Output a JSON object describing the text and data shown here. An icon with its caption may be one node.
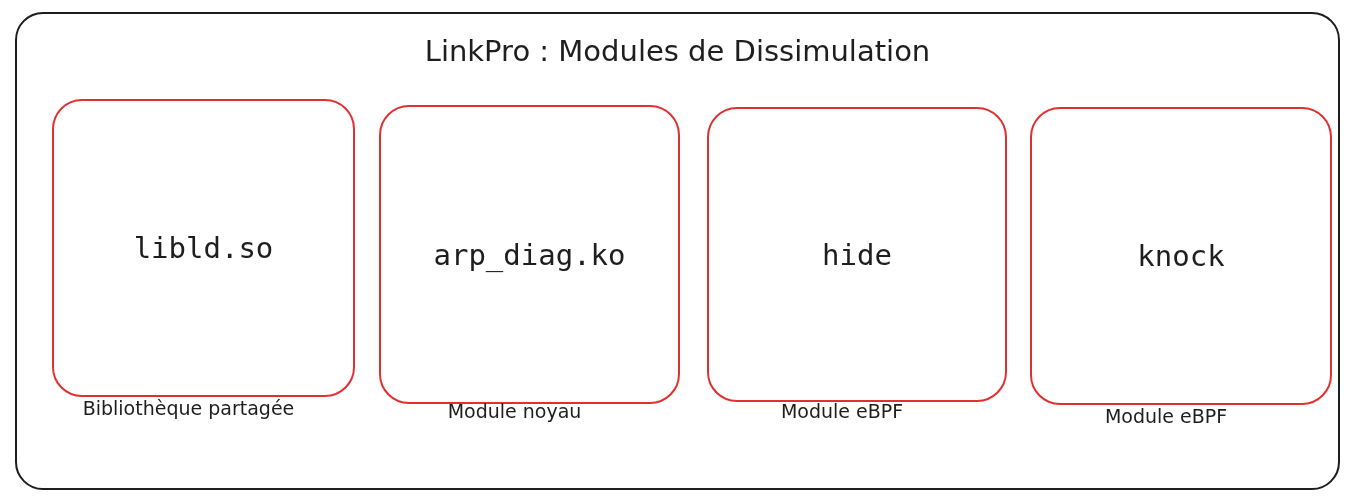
{
  "diagram": {
    "nodes": [
      {
        "text": [
          "LinkPro : Modules de Dissimulation"
        ]
      },
      {
        "text": [
          "libld.so"
        ],
        "in": 0,
        "beside": [
          "Bibliothèque partagée"
        ]
      },
      {
        "text": [
          "arp_diag.ko"
        ],
        "in": 0,
        "beside": [
          "Module noyau"
        ]
      },
      {
        "text": [
          "hide"
        ],
        "in": 0,
        "beside": [
          "Module eBPF"
        ]
      },
      {
        "text": [
          "knock"
        ],
        "in": 0,
        "beside": [
          "Module eBPF"
        ]
      }
    ],
    "edges": []
  }
}
